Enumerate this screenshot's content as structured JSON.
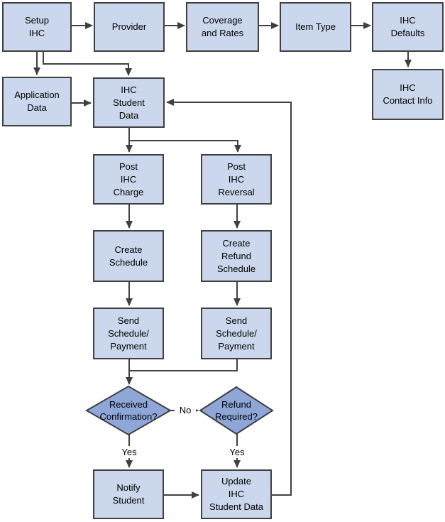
{
  "diagram": {
    "type": "flowchart",
    "colors": {
      "node_fill": "#cbd7ec",
      "decision_fill": "#8fa6d8",
      "border": "#404040",
      "connector": "#404040",
      "text": "#000000",
      "background": "#ffffff"
    },
    "nodes": {
      "setup_ihc": {
        "label": "Setup\nIHC",
        "shape": "rect"
      },
      "provider": {
        "label": "Provider",
        "shape": "rect"
      },
      "coverage_rates": {
        "label": "Coverage\nand Rates",
        "shape": "rect"
      },
      "item_type": {
        "label": "Item Type",
        "shape": "rect"
      },
      "ihc_defaults": {
        "label": "IHC\nDefaults",
        "shape": "rect"
      },
      "application_data": {
        "label": "Application\nData",
        "shape": "rect"
      },
      "ihc_student_data": {
        "label": "IHC\nStudent\nData",
        "shape": "rect"
      },
      "ihc_contact_info": {
        "label": "IHC\nContact Info",
        "shape": "rect"
      },
      "post_ihc_charge": {
        "label": "Post\nIHC\nCharge",
        "shape": "rect"
      },
      "post_ihc_reversal": {
        "label": "Post\nIHC\nReversal",
        "shape": "rect"
      },
      "create_schedule": {
        "label": "Create\nSchedule",
        "shape": "rect"
      },
      "create_refund_schedule": {
        "label": "Create\nRefund\nSchedule",
        "shape": "rect"
      },
      "send_schedule_payment_left": {
        "label": "Send\nSchedule/\nPayment",
        "shape": "rect"
      },
      "send_schedule_payment_right": {
        "label": "Send\nSchedule/\nPayment",
        "shape": "rect"
      },
      "received_confirmation": {
        "label": "Received\nConfirmation?",
        "shape": "diamond"
      },
      "refund_required": {
        "label": "Refund\nRequired?",
        "shape": "diamond"
      },
      "notify_student": {
        "label": "Notify\nStudent",
        "shape": "rect"
      },
      "update_ihc_student_data": {
        "label": "Update\nIHC\nStudent Data",
        "shape": "rect"
      }
    },
    "edge_labels": {
      "no": "No",
      "yes_left": "Yes",
      "yes_right": "Yes"
    },
    "edges": [
      {
        "from": "Setup IHC",
        "to": "Provider"
      },
      {
        "from": "Provider",
        "to": "Coverage and Rates"
      },
      {
        "from": "Coverage and Rates",
        "to": "Item Type"
      },
      {
        "from": "Item Type",
        "to": "IHC Defaults"
      },
      {
        "from": "IHC Defaults",
        "to": "IHC Contact Info"
      },
      {
        "from": "Setup IHC",
        "to": "Application Data"
      },
      {
        "from": "Setup IHC",
        "to": "IHC Student Data"
      },
      {
        "from": "Application Data",
        "to": "IHC Student Data"
      },
      {
        "from": "IHC Student Data",
        "to": "Post IHC Charge"
      },
      {
        "from": "IHC Student Data",
        "to": "Post IHC Reversal"
      },
      {
        "from": "Post IHC Charge",
        "to": "Create Schedule"
      },
      {
        "from": "Post IHC Reversal",
        "to": "Create Refund Schedule"
      },
      {
        "from": "Create Schedule",
        "to": "Send Schedule/Payment (left)"
      },
      {
        "from": "Create Refund Schedule",
        "to": "Send Schedule/Payment (right)"
      },
      {
        "from": "Send Schedule/Payment (left)",
        "to": "Received Confirmation?"
      },
      {
        "from": "Send Schedule/Payment (right)",
        "to": "Received Confirmation?"
      },
      {
        "from": "Received Confirmation?",
        "to": "Refund Required?",
        "label": "No"
      },
      {
        "from": "Received Confirmation?",
        "to": "Notify Student",
        "label": "Yes"
      },
      {
        "from": "Refund Required?",
        "to": "Update IHC Student Data",
        "label": "Yes"
      },
      {
        "from": "Notify Student",
        "to": "Update IHC Student Data"
      },
      {
        "from": "Update IHC Student Data",
        "to": "IHC Student Data"
      }
    ]
  }
}
